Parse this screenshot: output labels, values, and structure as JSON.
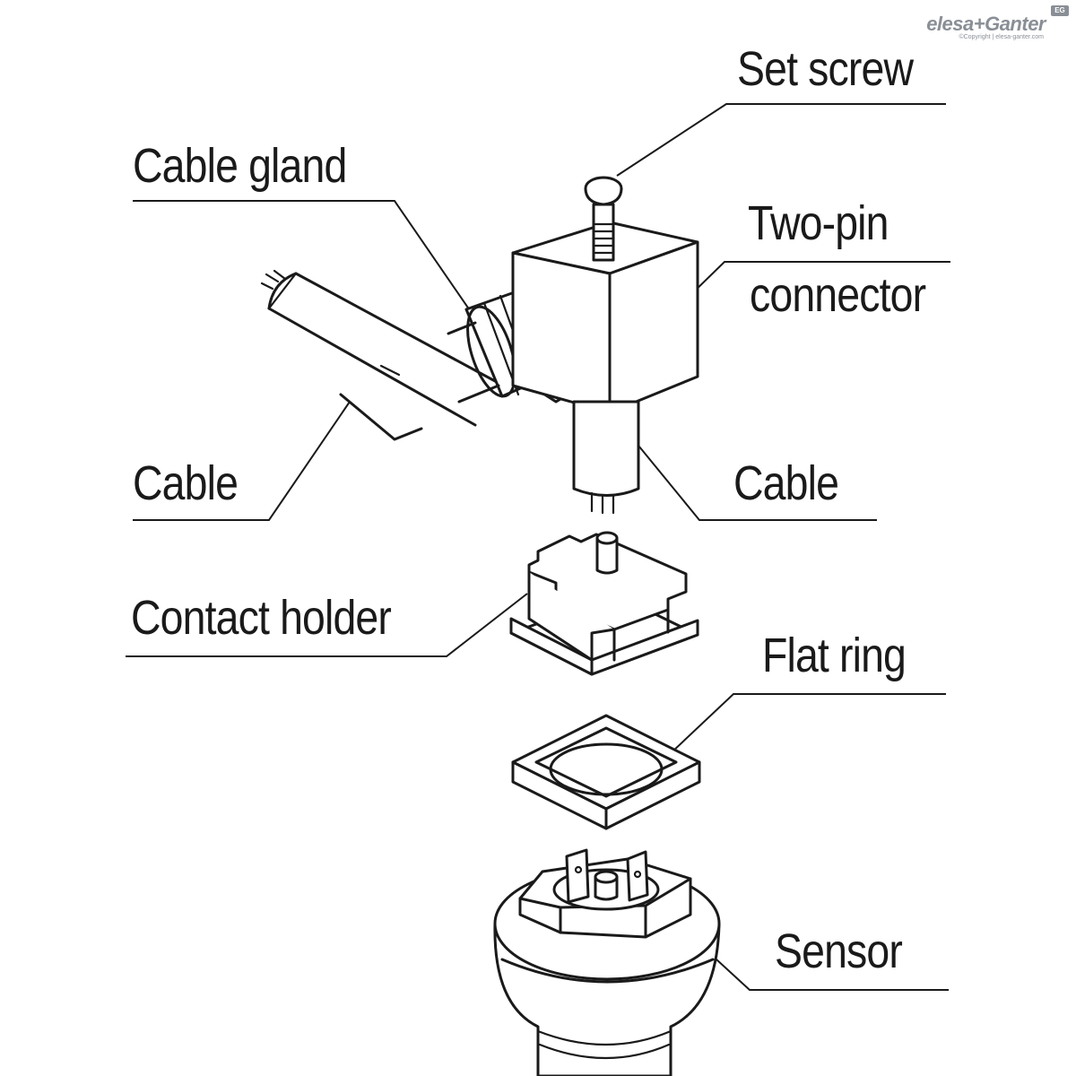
{
  "brand": {
    "name": "elesa+Ganter",
    "badge": "EG",
    "copyright": "©Copyright | elesa-ganter.com"
  },
  "labels": {
    "set_screw": "Set screw",
    "cable_gland": "Cable gland",
    "two_pin_line1": "Two-pin",
    "two_pin_line2": "connector",
    "cable_left": "Cable",
    "cable_right": "Cable",
    "contact_holder": "Contact holder",
    "flat_ring": "Flat ring",
    "sensor": "Sensor"
  }
}
